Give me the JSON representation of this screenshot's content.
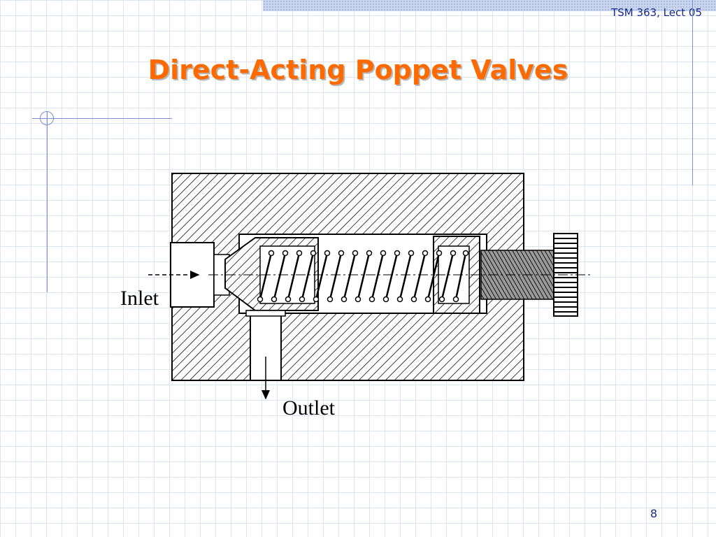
{
  "slide": {
    "header": "TSM 363, Lect 05",
    "title": "Direct-Acting Poppet Valves",
    "page_number": "8"
  },
  "diagram": {
    "labels": {
      "inlet": "Inlet",
      "outlet": "Outlet"
    }
  },
  "colors": {
    "title": "#ff6a00",
    "header": "#1a2a8a",
    "grid": "#dde3f0",
    "accent_lines": "#7b8fd0"
  }
}
